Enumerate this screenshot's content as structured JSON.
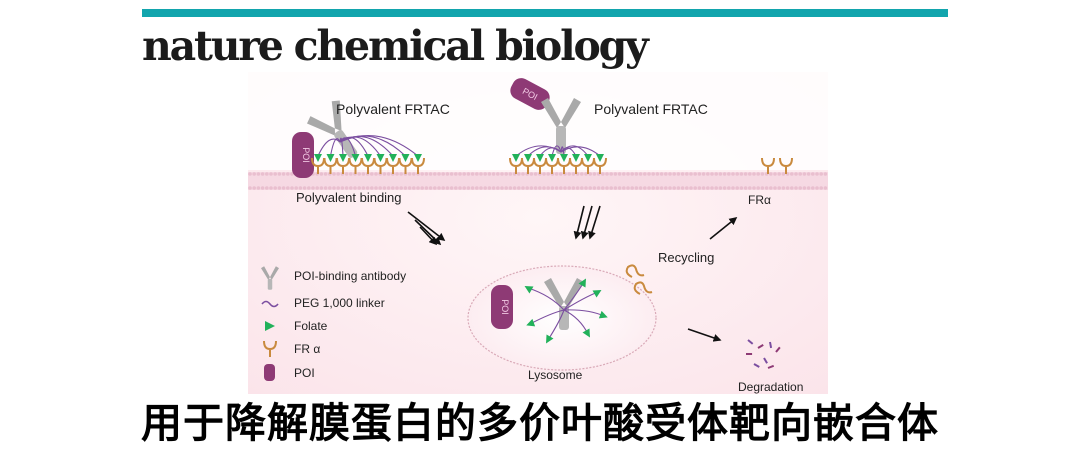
{
  "journal_title": "nature chemical biology",
  "caption": "用于降解膜蛋白的多价叶酸受体靶向嵌合体",
  "diagram": {
    "label_frtac_left": "Polyvalent FRTAC",
    "label_frtac_right": "Polyvalent FRTAC",
    "label_binding": "Polyvalent binding",
    "label_fr": "FRα",
    "label_recycling": "Recycling",
    "label_lysosome": "Lysosome",
    "label_degradation": "Degradation",
    "poi_text": "POI",
    "legend": [
      {
        "icon": "antibody-icon",
        "label": "POI-binding antibody"
      },
      {
        "icon": "linker-icon",
        "label": "PEG 1,000 linker"
      },
      {
        "icon": "folate-icon",
        "label": "Folate"
      },
      {
        "icon": "receptor-icon",
        "label": "FR α"
      },
      {
        "icon": "poi-icon",
        "label": "POI"
      }
    ]
  },
  "colors": {
    "accent_bar": "#12a5ad",
    "poi": "#8e3a75",
    "linker": "#7b4ea0",
    "folate": "#22b15a",
    "receptor": "#c98a3e",
    "antibody": "#a9a9a9",
    "membrane": "#e9bfcf"
  }
}
